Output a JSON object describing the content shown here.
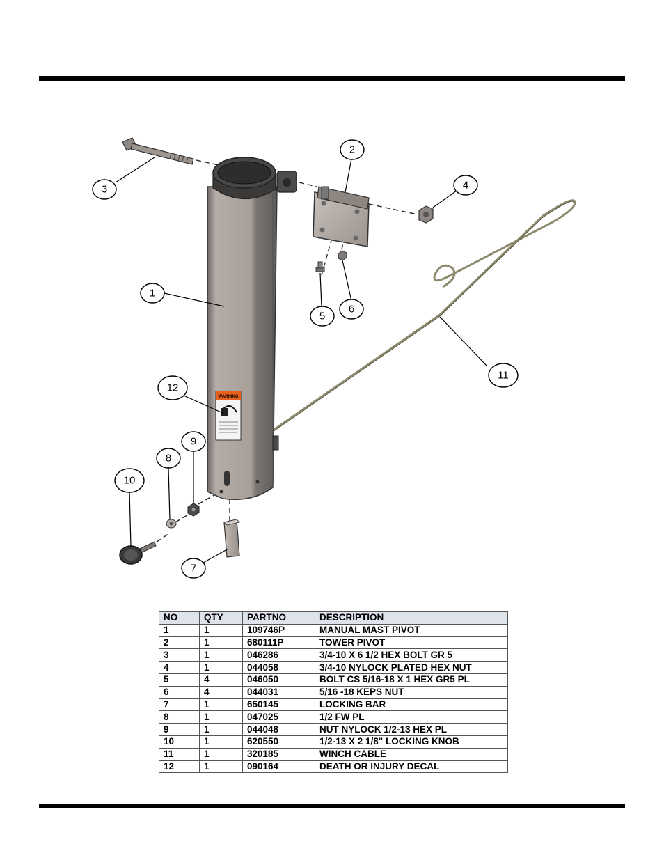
{
  "callouts": [
    "1",
    "2",
    "3",
    "4",
    "5",
    "6",
    "7",
    "8",
    "9",
    "10",
    "11",
    "12"
  ],
  "decal": {
    "header": "WARNING"
  },
  "parts_table": {
    "headers": {
      "no": "NO",
      "qty": "QTY",
      "partno": "PARTNO",
      "description": "DESCRIPTION"
    },
    "rows": [
      {
        "no": "1",
        "qty": "1",
        "partno": "109746P",
        "description": "MANUAL MAST PIVOT"
      },
      {
        "no": "2",
        "qty": "1",
        "partno": "680111P",
        "description": "TOWER PIVOT"
      },
      {
        "no": "3",
        "qty": "1",
        "partno": "046286",
        "description": "3/4-10 X 6 1/2 HEX BOLT GR 5"
      },
      {
        "no": "4",
        "qty": "1",
        "partno": "044058",
        "description": "3/4-10 NYLOCK PLATED HEX NUT"
      },
      {
        "no": "5",
        "qty": "4",
        "partno": "046050",
        "description": "BOLT CS 5/16-18 X 1 HEX GR5 PL"
      },
      {
        "no": "6",
        "qty": "4",
        "partno": "044031",
        "description": "5/16 -18 KEPS NUT"
      },
      {
        "no": "7",
        "qty": "1",
        "partno": "650145",
        "description": "LOCKING BAR"
      },
      {
        "no": "8",
        "qty": "1",
        "partno": "047025",
        "description": "1/2 FW PL"
      },
      {
        "no": "9",
        "qty": "1",
        "partno": "044048",
        "description": "NUT NYLOCK 1/2-13 HEX PL"
      },
      {
        "no": "10",
        "qty": "1",
        "partno": "620550",
        "description": "1/2-13 X 2 1/8\" LOCKING KNOB"
      },
      {
        "no": "11",
        "qty": "1",
        "partno": "320185",
        "description": "WINCH CABLE"
      },
      {
        "no": "12",
        "qty": "1",
        "partno": "090164",
        "description": "DEATH OR INJURY DECAL"
      }
    ]
  }
}
